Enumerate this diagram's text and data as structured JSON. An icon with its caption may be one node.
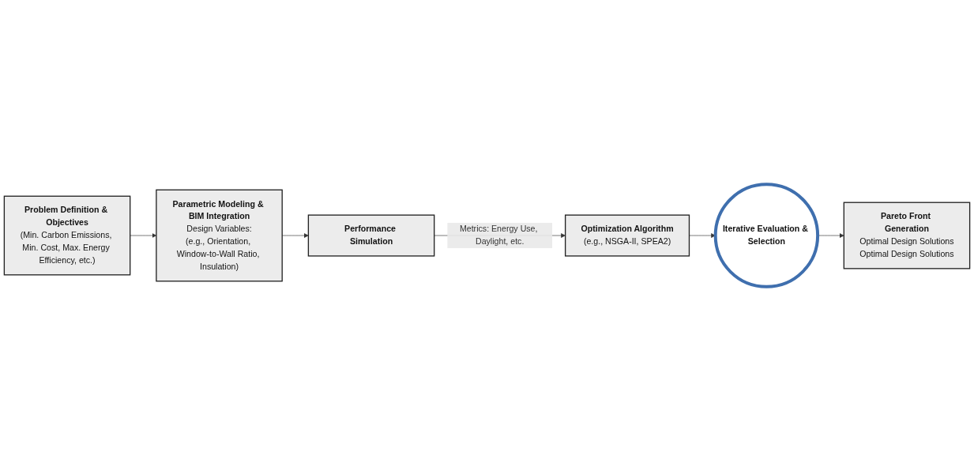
{
  "diagram": {
    "nodes": [
      {
        "text": [
          "Problem Definition & Objectives",
          "(Min. Carbon Emissions, Min. Cost, Max. Energy Efficiency, etc.)"
        ]
      },
      {
        "text": [
          "Parametric Modeling & BIM Integration",
          "Design Variables:",
          "(e.g., Orientation, Window-to-Wall Ratio, Insulation)"
        ]
      },
      {
        "text": [
          "Performance Simulation"
        ]
      },
      {
        "text": [
          "Optimization Algorithm",
          "(e.g., NSGA-II, SPEA2)"
        ]
      },
      {
        "text": [
          "Iterative Evaluation & Selection"
        ]
      },
      {
        "text": [
          "Pareto Front Generation",
          "Optimal Design Solutions",
          "Optimal Design Solutions"
        ]
      }
    ],
    "edges": [
      {
        "from": 0,
        "to": 1,
        "arrow": "to"
      },
      {
        "from": 1,
        "to": 2,
        "arrow": "to"
      },
      {
        "from": 2,
        "to": 3,
        "arrow": "to",
        "label": "Metrics: Energy Use, Daylight, etc."
      },
      {
        "from": 3,
        "to": 4,
        "arrow": "to"
      },
      {
        "from": 4,
        "to": 5,
        "arrow": "to"
      }
    ]
  }
}
